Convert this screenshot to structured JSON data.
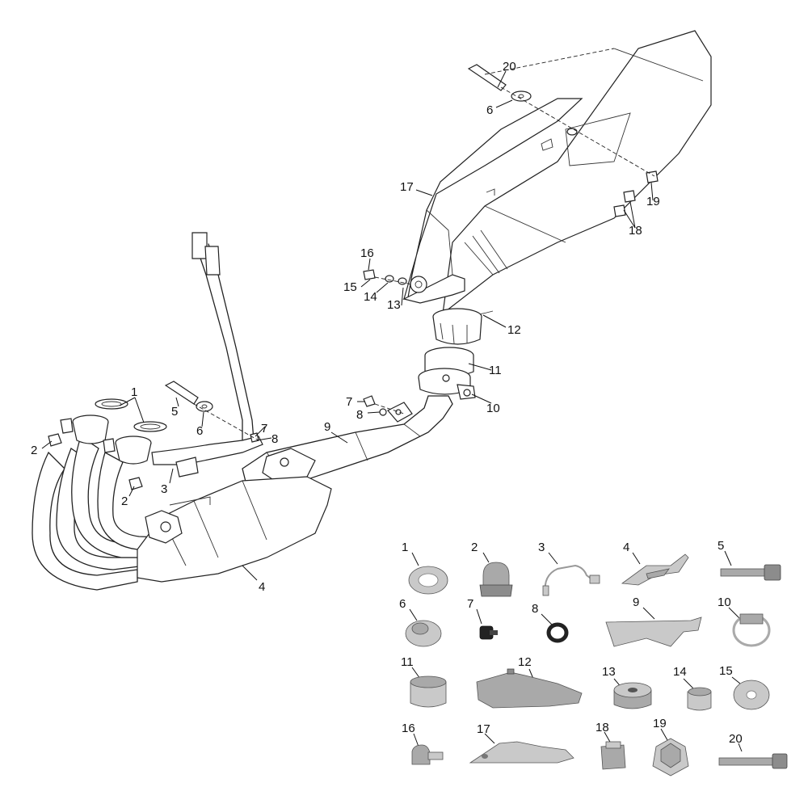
{
  "callouts": [
    {
      "id": "c1",
      "text": "1"
    },
    {
      "id": "c2a",
      "text": "2"
    },
    {
      "id": "c2b",
      "text": "2"
    },
    {
      "id": "c3",
      "text": "3"
    },
    {
      "id": "c4",
      "text": "4"
    },
    {
      "id": "c5",
      "text": "5"
    },
    {
      "id": "c6a",
      "text": "6"
    },
    {
      "id": "c6b",
      "text": "6"
    },
    {
      "id": "c7a",
      "text": "7"
    },
    {
      "id": "c7b",
      "text": "7"
    },
    {
      "id": "c8a",
      "text": "8"
    },
    {
      "id": "c8b",
      "text": "8"
    },
    {
      "id": "c9",
      "text": "9"
    },
    {
      "id": "c10",
      "text": "10"
    },
    {
      "id": "c11",
      "text": "11"
    },
    {
      "id": "c12",
      "text": "12"
    },
    {
      "id": "c13",
      "text": "13"
    },
    {
      "id": "c14",
      "text": "14"
    },
    {
      "id": "c15",
      "text": "15"
    },
    {
      "id": "c16",
      "text": "16"
    },
    {
      "id": "c17",
      "text": "17"
    },
    {
      "id": "c18",
      "text": "18"
    },
    {
      "id": "c19",
      "text": "19"
    },
    {
      "id": "c20",
      "text": "20"
    }
  ],
  "legend": [
    {
      "id": "l1",
      "text": "1"
    },
    {
      "id": "l2",
      "text": "2"
    },
    {
      "id": "l3",
      "text": "3"
    },
    {
      "id": "l4",
      "text": "4"
    },
    {
      "id": "l5",
      "text": "5"
    },
    {
      "id": "l6",
      "text": "6"
    },
    {
      "id": "l7",
      "text": "7"
    },
    {
      "id": "l8",
      "text": "8"
    },
    {
      "id": "l9",
      "text": "9"
    },
    {
      "id": "l10",
      "text": "10"
    },
    {
      "id": "l11",
      "text": "11"
    },
    {
      "id": "l12",
      "text": "12"
    },
    {
      "id": "l13",
      "text": "13"
    },
    {
      "id": "l14",
      "text": "14"
    },
    {
      "id": "l15",
      "text": "15"
    },
    {
      "id": "l16",
      "text": "16"
    },
    {
      "id": "l17",
      "text": "17"
    },
    {
      "id": "l18",
      "text": "18"
    },
    {
      "id": "l19",
      "text": "19"
    },
    {
      "id": "l20",
      "text": "20"
    }
  ]
}
